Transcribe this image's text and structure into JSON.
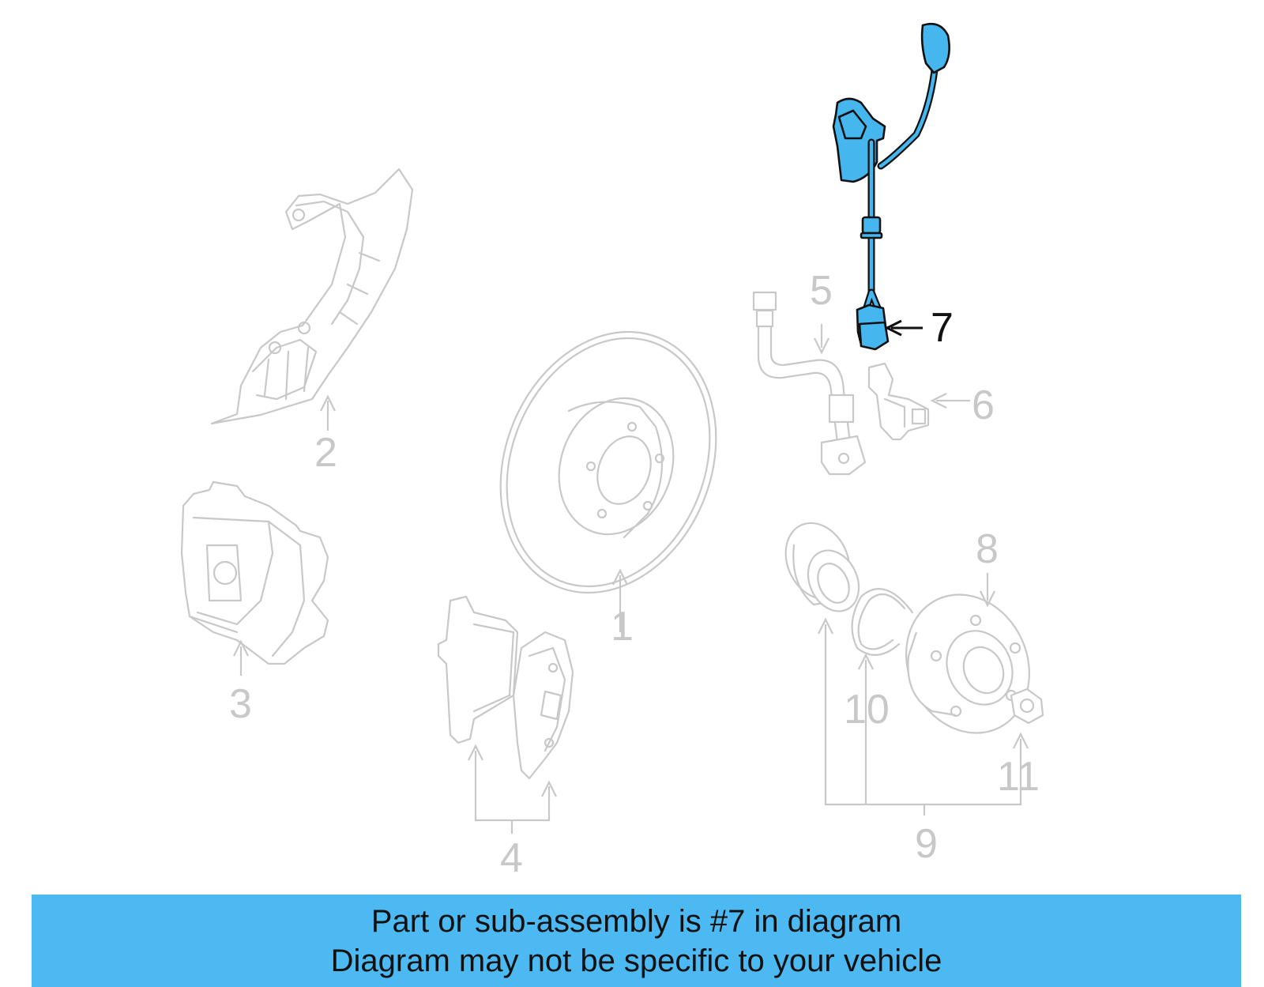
{
  "diagram": {
    "highlight_color": "#45b6ee",
    "ghost_color": "#c8c8c8",
    "callouts": {
      "c1": "1",
      "c2": "2",
      "c3": "3",
      "c4": "4",
      "c5": "5",
      "c6": "6",
      "c7": "7",
      "c8": "8",
      "c9": "9",
      "c10": "10",
      "c11": "11"
    }
  },
  "banner": {
    "color": "#4cb9f2",
    "line1": "Part or sub-assembly is #7 in diagram",
    "line2": "Diagram may not be specific to your vehicle"
  }
}
